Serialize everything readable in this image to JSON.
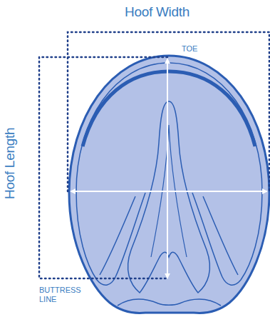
{
  "diagram": {
    "labels": [
      "Hoof Width",
      "TOE",
      "Hoof Length",
      "BUTTRESS LINE"
    ]
  }
}
